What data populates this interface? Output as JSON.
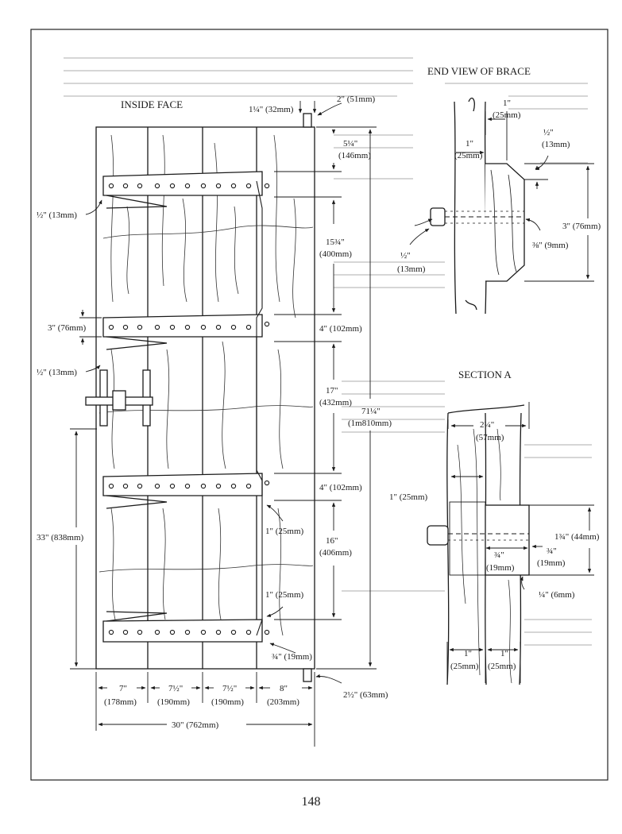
{
  "titles": {
    "inside_face": "INSIDE FACE",
    "end_view": "END VIEW OF BRACE",
    "section_a": "SECTION A"
  },
  "door_dims": {
    "pin_width": "1¼\" (32mm)",
    "pin_height": "2\" (51mm)",
    "top_gap_in": "5¼\"",
    "top_gap_mm": "(146mm)",
    "brace_gap_1_in": "15¾\"",
    "brace_gap_1_mm": "(400mm)",
    "brace_w_1": "4\" (102mm)",
    "brace_gap_2_in": "17\"",
    "brace_gap_2_mm": "(432mm)",
    "total_h_in": "71¼\"",
    "total_h_mm": "(1m810mm)",
    "brace_w_2": "4\" (102mm)",
    "hinge_offset_1": "1\" (25mm)",
    "brace_gap_3_in": "16\"",
    "brace_gap_3_mm": "(406mm)",
    "hinge_offset_2": "1\" (25mm)",
    "bottom_clear": "¾\" (19mm)",
    "bottom_pin": "2½\" (63mm)",
    "hinge_edge_top": "½\" (13mm)",
    "hinge_width": "3\" (76mm)",
    "latch_edge": "½\" (13mm)",
    "latch_height": "33\" (838mm)",
    "board_1_in": "7\"",
    "board_1_mm": "(178mm)",
    "board_2_in": "7½\"",
    "board_2_mm": "(190mm)",
    "board_3_in": "7½\"",
    "board_3_mm": "(190mm)",
    "board_4_in": "8\"",
    "board_4_mm": "(203mm)",
    "total_w": "30\" (762mm)"
  },
  "end_view_dims": {
    "top_w_in": "1\"",
    "top_w_mm": "(25mm)",
    "board_in": "1\"",
    "board_mm": "(25mm)",
    "bevel_in": "½\"",
    "bevel_mm": "(13mm)",
    "peg_in": "½\"",
    "peg_mm": "(13mm)",
    "height": "3\" (76mm)",
    "peg_dia": "⅜\" (9mm)"
  },
  "section_a_dims": {
    "width_in": "2¼\"",
    "width_mm": "(57mm)",
    "offset": "1\" (25mm)",
    "height": "1¾\" (44mm)",
    "inner_in": "¾\"",
    "inner_mm": "(19mm)",
    "depth_in": "¾\"",
    "depth_mm": "(19mm)",
    "lip": "¼\" (6mm)",
    "bot_1_in": "1\"",
    "bot_1_mm": "(25mm)",
    "bot_2_in": "1\"",
    "bot_2_mm": "(25mm)"
  },
  "page_number": "148"
}
